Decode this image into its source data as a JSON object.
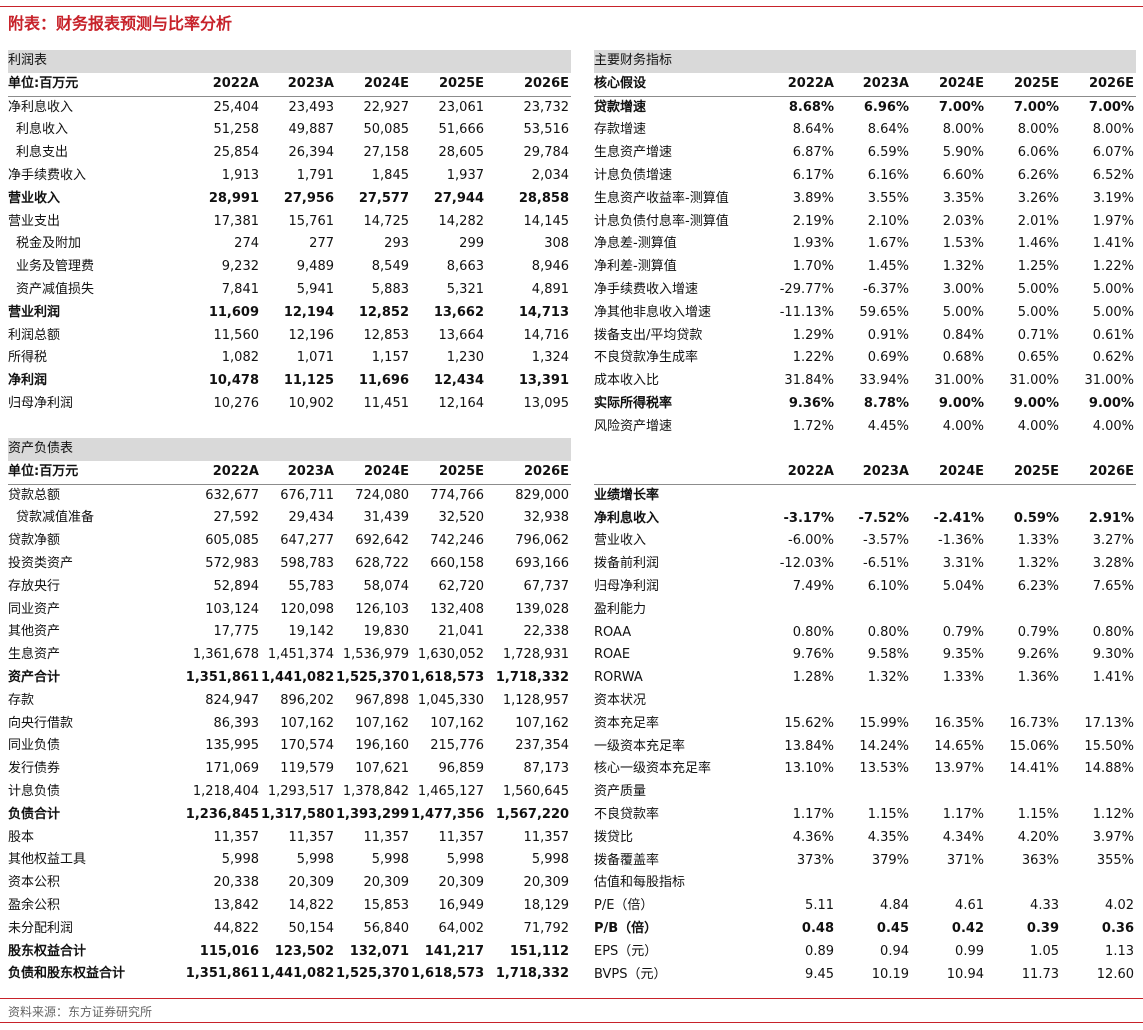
{
  "title": "附表：财务报表预测与比率分析",
  "source": "资料来源：东方证券研究所",
  "colors": {
    "accent": "#c7222a",
    "section_bg": "#d9d9d9"
  },
  "income": {
    "section": "利润表",
    "header": [
      "单位:百万元",
      "2022A",
      "2023A",
      "2024E",
      "2025E",
      "2026E"
    ],
    "rows": [
      {
        "label": "净利息收入",
        "values": [
          "25,404",
          "23,493",
          "22,927",
          "23,061",
          "23,732"
        ]
      },
      {
        "label": "利息收入",
        "indent": true,
        "values": [
          "51,258",
          "49,887",
          "50,085",
          "51,666",
          "53,516"
        ]
      },
      {
        "label": "利息支出",
        "indent": true,
        "values": [
          "25,854",
          "26,394",
          "27,158",
          "28,605",
          "29,784"
        ]
      },
      {
        "label": "净手续费收入",
        "values": [
          "1,913",
          "1,791",
          "1,845",
          "1,937",
          "2,034"
        ]
      },
      {
        "label": "营业收入",
        "bold": true,
        "values": [
          "28,991",
          "27,956",
          "27,577",
          "27,944",
          "28,858"
        ]
      },
      {
        "label": "营业支出",
        "values": [
          "17,381",
          "15,761",
          "14,725",
          "14,282",
          "14,145"
        ]
      },
      {
        "label": "税金及附加",
        "indent": true,
        "values": [
          "274",
          "277",
          "293",
          "299",
          "308"
        ]
      },
      {
        "label": "业务及管理费",
        "indent": true,
        "values": [
          "9,232",
          "9,489",
          "8,549",
          "8,663",
          "8,946"
        ]
      },
      {
        "label": "资产减值损失",
        "indent": true,
        "values": [
          "7,841",
          "5,941",
          "5,883",
          "5,321",
          "4,891"
        ]
      },
      {
        "label": "营业利润",
        "bold": true,
        "values": [
          "11,609",
          "12,194",
          "12,852",
          "13,662",
          "14,713"
        ]
      },
      {
        "label": "利润总额",
        "values": [
          "11,560",
          "12,196",
          "12,853",
          "13,664",
          "14,716"
        ]
      },
      {
        "label": "所得税",
        "values": [
          "1,082",
          "1,071",
          "1,157",
          "1,230",
          "1,324"
        ]
      },
      {
        "label": "净利润",
        "bold": true,
        "values": [
          "10,478",
          "11,125",
          "11,696",
          "12,434",
          "13,391"
        ]
      },
      {
        "label": "归母净利润",
        "values": [
          "10,276",
          "10,902",
          "11,451",
          "12,164",
          "13,095"
        ]
      }
    ]
  },
  "balance": {
    "section": "资产负债表",
    "header": [
      "单位:百万元",
      "2022A",
      "2023A",
      "2024E",
      "2025E",
      "2026E"
    ],
    "rows": [
      {
        "label": "贷款总额",
        "values": [
          "632,677",
          "676,711",
          "724,080",
          "774,766",
          "829,000"
        ]
      },
      {
        "label": "贷款减值准备",
        "indent": true,
        "values": [
          "27,592",
          "29,434",
          "31,439",
          "32,520",
          "32,938"
        ]
      },
      {
        "label": "贷款净额",
        "values": [
          "605,085",
          "647,277",
          "692,642",
          "742,246",
          "796,062"
        ]
      },
      {
        "label": "投资类资产",
        "values": [
          "572,983",
          "598,783",
          "628,722",
          "660,158",
          "693,166"
        ]
      },
      {
        "label": "存放央行",
        "values": [
          "52,894",
          "55,783",
          "58,074",
          "62,720",
          "67,737"
        ]
      },
      {
        "label": "同业资产",
        "values": [
          "103,124",
          "120,098",
          "126,103",
          "132,408",
          "139,028"
        ]
      },
      {
        "label": "其他资产",
        "values": [
          "17,775",
          "19,142",
          "19,830",
          "21,041",
          "22,338"
        ]
      },
      {
        "label": "生息资产",
        "values": [
          "1,361,678",
          "1,451,374",
          "1,536,979",
          "1,630,052",
          "1,728,931"
        ]
      },
      {
        "label": "资产合计",
        "bold": true,
        "values": [
          "1,351,861",
          "1,441,082",
          "1,525,370",
          "1,618,573",
          "1,718,332"
        ]
      },
      {
        "label": "存款",
        "values": [
          "824,947",
          "896,202",
          "967,898",
          "1,045,330",
          "1,128,957"
        ]
      },
      {
        "label": "向央行借款",
        "values": [
          "86,393",
          "107,162",
          "107,162",
          "107,162",
          "107,162"
        ]
      },
      {
        "label": "同业负债",
        "values": [
          "135,995",
          "170,574",
          "196,160",
          "215,776",
          "237,354"
        ]
      },
      {
        "label": "发行债券",
        "values": [
          "171,069",
          "119,579",
          "107,621",
          "96,859",
          "87,173"
        ]
      },
      {
        "label": "计息负债",
        "values": [
          "1,218,404",
          "1,293,517",
          "1,378,842",
          "1,465,127",
          "1,560,645"
        ]
      },
      {
        "label": "负债合计",
        "bold": true,
        "values": [
          "1,236,845",
          "1,317,580",
          "1,393,299",
          "1,477,356",
          "1,567,220"
        ]
      },
      {
        "label": "股本",
        "values": [
          "11,357",
          "11,357",
          "11,357",
          "11,357",
          "11,357"
        ]
      },
      {
        "label": "其他权益工具",
        "values": [
          "5,998",
          "5,998",
          "5,998",
          "5,998",
          "5,998"
        ]
      },
      {
        "label": "资本公积",
        "values": [
          "20,338",
          "20,309",
          "20,309",
          "20,309",
          "20,309"
        ]
      },
      {
        "label": "盈余公积",
        "values": [
          "13,842",
          "14,822",
          "15,853",
          "16,949",
          "18,129"
        ]
      },
      {
        "label": "未分配利润",
        "values": [
          "44,822",
          "50,154",
          "56,840",
          "64,002",
          "71,792"
        ]
      },
      {
        "label": "股东权益合计",
        "bold": true,
        "values": [
          "115,016",
          "123,502",
          "132,071",
          "141,217",
          "151,112"
        ]
      },
      {
        "label": "负债和股东权益合计",
        "bold": true,
        "values": [
          "1,351,861",
          "1,441,082",
          "1,525,370",
          "1,618,573",
          "1,718,332"
        ]
      }
    ]
  },
  "indicators": {
    "section": "主要财务指标",
    "header": [
      "核心假设",
      "2022A",
      "2023A",
      "2024E",
      "2025E",
      "2026E"
    ],
    "rows": [
      {
        "label": "贷款增速",
        "bold": true,
        "values": [
          "8.68%",
          "6.96%",
          "7.00%",
          "7.00%",
          "7.00%"
        ]
      },
      {
        "label": "存款增速",
        "values": [
          "8.64%",
          "8.64%",
          "8.00%",
          "8.00%",
          "8.00%"
        ]
      },
      {
        "label": "生息资产增速",
        "values": [
          "6.87%",
          "6.59%",
          "5.90%",
          "6.06%",
          "6.07%"
        ]
      },
      {
        "label": "计息负债增速",
        "values": [
          "6.17%",
          "6.16%",
          "6.60%",
          "6.26%",
          "6.52%"
        ]
      },
      {
        "label": "生息资产收益率-测算值",
        "values": [
          "3.89%",
          "3.55%",
          "3.35%",
          "3.26%",
          "3.19%"
        ]
      },
      {
        "label": "计息负债付息率-测算值",
        "values": [
          "2.19%",
          "2.10%",
          "2.03%",
          "2.01%",
          "1.97%"
        ]
      },
      {
        "label": "净息差-测算值",
        "values": [
          "1.93%",
          "1.67%",
          "1.53%",
          "1.46%",
          "1.41%"
        ]
      },
      {
        "label": "净利差-测算值",
        "values": [
          "1.70%",
          "1.45%",
          "1.32%",
          "1.25%",
          "1.22%"
        ]
      },
      {
        "label": "净手续费收入增速",
        "values": [
          "-29.77%",
          "-6.37%",
          "3.00%",
          "5.00%",
          "5.00%"
        ]
      },
      {
        "label": "净其他非息收入增速",
        "values": [
          "-11.13%",
          "59.65%",
          "5.00%",
          "5.00%",
          "5.00%"
        ]
      },
      {
        "label": "拨备支出/平均贷款",
        "values": [
          "1.29%",
          "0.91%",
          "0.84%",
          "0.71%",
          "0.61%"
        ]
      },
      {
        "label": "不良贷款净生成率",
        "values": [
          "1.22%",
          "0.69%",
          "0.68%",
          "0.65%",
          "0.62%"
        ]
      },
      {
        "label": "成本收入比",
        "values": [
          "31.84%",
          "33.94%",
          "31.00%",
          "31.00%",
          "31.00%"
        ]
      },
      {
        "label": "实际所得税率",
        "bold": true,
        "values": [
          "9.36%",
          "8.78%",
          "9.00%",
          "9.00%",
          "9.00%"
        ]
      },
      {
        "label": "风险资产增速",
        "values": [
          "1.72%",
          "4.45%",
          "4.00%",
          "4.00%",
          "4.00%"
        ]
      }
    ]
  },
  "ratios": {
    "header": [
      "",
      "2022A",
      "2023A",
      "2024E",
      "2025E",
      "2026E"
    ],
    "rows": [
      {
        "label": "业绩增长率",
        "bold": true,
        "values": [
          "",
          "",
          "",
          "",
          ""
        ]
      },
      {
        "label": "净利息收入",
        "bold": true,
        "values": [
          "-3.17%",
          "-7.52%",
          "-2.41%",
          "0.59%",
          "2.91%"
        ]
      },
      {
        "label": "营业收入",
        "values": [
          "-6.00%",
          "-3.57%",
          "-1.36%",
          "1.33%",
          "3.27%"
        ]
      },
      {
        "label": "拨备前利润",
        "values": [
          "-12.03%",
          "-6.51%",
          "3.31%",
          "1.32%",
          "3.28%"
        ]
      },
      {
        "label": "归母净利润",
        "values": [
          "7.49%",
          "6.10%",
          "5.04%",
          "6.23%",
          "7.65%"
        ]
      },
      {
        "label": "盈利能力",
        "values": [
          "",
          "",
          "",
          "",
          ""
        ]
      },
      {
        "label": "ROAA",
        "values": [
          "0.80%",
          "0.80%",
          "0.79%",
          "0.79%",
          "0.80%"
        ]
      },
      {
        "label": "ROAE",
        "values": [
          "9.76%",
          "9.58%",
          "9.35%",
          "9.26%",
          "9.30%"
        ]
      },
      {
        "label": "RORWA",
        "values": [
          "1.28%",
          "1.32%",
          "1.33%",
          "1.36%",
          "1.41%"
        ]
      },
      {
        "label": "资本状况",
        "values": [
          "",
          "",
          "",
          "",
          ""
        ]
      },
      {
        "label": "资本充足率",
        "values": [
          "15.62%",
          "15.99%",
          "16.35%",
          "16.73%",
          "17.13%"
        ]
      },
      {
        "label": "一级资本充足率",
        "values": [
          "13.84%",
          "14.24%",
          "14.65%",
          "15.06%",
          "15.50%"
        ]
      },
      {
        "label": "核心一级资本充足率",
        "values": [
          "13.10%",
          "13.53%",
          "13.97%",
          "14.41%",
          "14.88%"
        ]
      },
      {
        "label": "资产质量",
        "values": [
          "",
          "",
          "",
          "",
          ""
        ]
      },
      {
        "label": "不良贷款率",
        "values": [
          "1.17%",
          "1.15%",
          "1.17%",
          "1.15%",
          "1.12%"
        ]
      },
      {
        "label": "拨贷比",
        "values": [
          "4.36%",
          "4.35%",
          "4.34%",
          "4.20%",
          "3.97%"
        ]
      },
      {
        "label": "拨备覆盖率",
        "values": [
          "373%",
          "379%",
          "371%",
          "363%",
          "355%"
        ]
      },
      {
        "label": "估值和每股指标",
        "values": [
          "",
          "",
          "",
          "",
          ""
        ]
      },
      {
        "label": "P/E（倍）",
        "values": [
          "5.11",
          "4.84",
          "4.61",
          "4.33",
          "4.02"
        ]
      },
      {
        "label": "P/B（倍）",
        "bold": true,
        "values": [
          "0.48",
          "0.45",
          "0.42",
          "0.39",
          "0.36"
        ]
      },
      {
        "label": "EPS（元）",
        "values": [
          "0.89",
          "0.94",
          "0.99",
          "1.05",
          "1.13"
        ]
      },
      {
        "label": "BVPS（元）",
        "values": [
          "9.45",
          "10.19",
          "10.94",
          "11.73",
          "12.60"
        ]
      }
    ]
  }
}
